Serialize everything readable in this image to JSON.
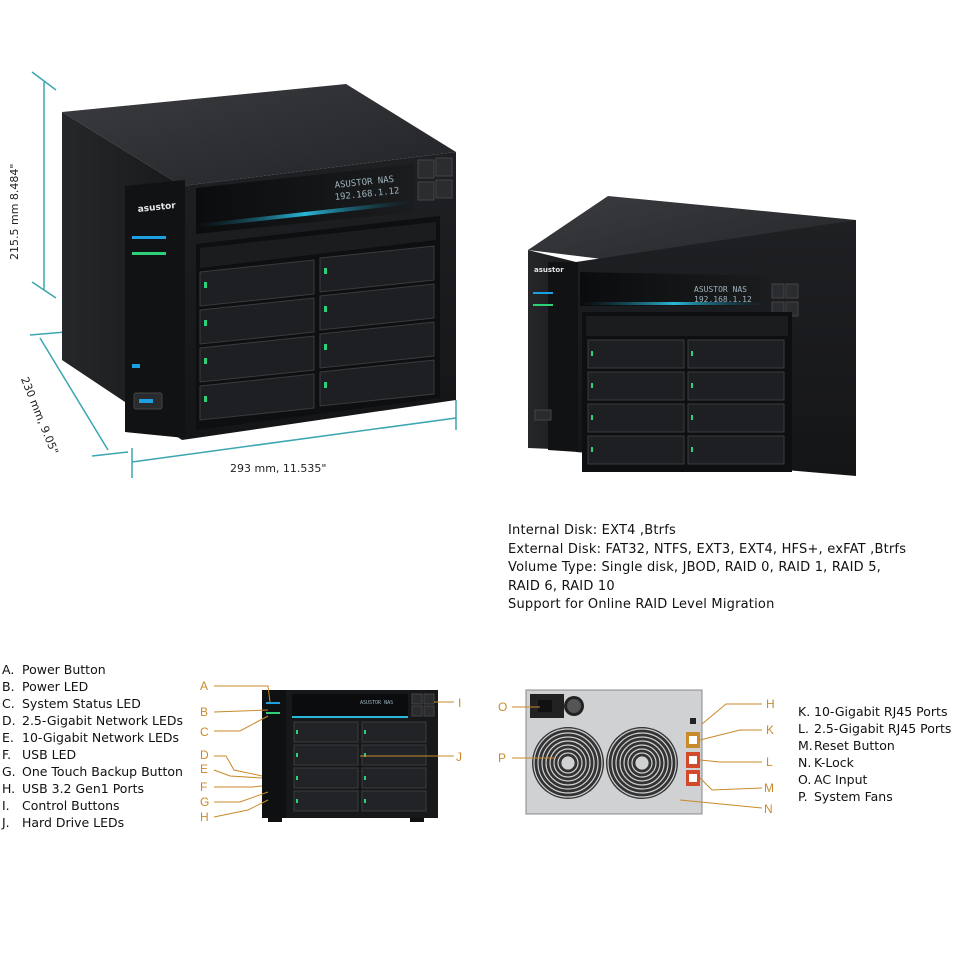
{
  "dimensions": {
    "width": "293 mm, 11.535\"",
    "height": "215.5 mm 8.484\"",
    "depth": "230 mm, 9.05\""
  },
  "device": {
    "brand": "asustor",
    "lcd_line1": "ASUSTOR NAS",
    "lcd_line2": "192.168.1.12",
    "small_lcd_line1": "ASUSTOR NAS",
    "small_lcd_line2": "192.168.1.12"
  },
  "specs": [
    "Internal Disk: EXT4 ,Btrfs",
    "External Disk: FAT32, NTFS, EXT3, EXT4, HFS+, exFAT ,Btrfs",
    "Volume Type: Single disk, JBOD, RAID 0, RAID 1, RAID 5,",
    "RAID 6, RAID 10",
    "Support for Online RAID Level Migration"
  ],
  "legend_front": [
    {
      "letter": "A.",
      "text": "Power Button"
    },
    {
      "letter": "B.",
      "text": "Power LED"
    },
    {
      "letter": "C.",
      "text": "System Status LED"
    },
    {
      "letter": "D.",
      "text": "2.5-Gigabit Network LEDs"
    },
    {
      "letter": "E.",
      "text": "10-Gigabit Network LEDs"
    },
    {
      "letter": "F.",
      "text": "USB LED"
    },
    {
      "letter": "G.",
      "text": "One Touch Backup Button"
    },
    {
      "letter": "H.",
      "text": "USB 3.2 Gen1 Ports"
    },
    {
      "letter": "I.",
      "text": "Control Buttons"
    },
    {
      "letter": "J.",
      "text": "Hard Drive LEDs"
    }
  ],
  "legend_rear": [
    {
      "letter": "K.",
      "text": "10-Gigabit RJ45 Ports"
    },
    {
      "letter": "L.",
      "text": "2.5-Gigabit RJ45 Ports"
    },
    {
      "letter": "M.",
      "text": "Reset Button"
    },
    {
      "letter": "N.",
      "text": "K-Lock"
    },
    {
      "letter": "O.",
      "text": "AC Input"
    },
    {
      "letter": "P.",
      "text": "System Fans"
    }
  ],
  "callouts_front": [
    "A",
    "B",
    "C",
    "D",
    "E",
    "F",
    "G",
    "H",
    "I",
    "J"
  ],
  "callouts_rear": [
    "O",
    "P",
    "H",
    "K",
    "L",
    "M",
    "N"
  ],
  "colors": {
    "dimension_line": "#3aa6b0",
    "callout": "#c98a2a",
    "device_body": "#1c1d1f",
    "accent_blue": "#1e9fe0",
    "accent_green": "#2fd07a"
  }
}
